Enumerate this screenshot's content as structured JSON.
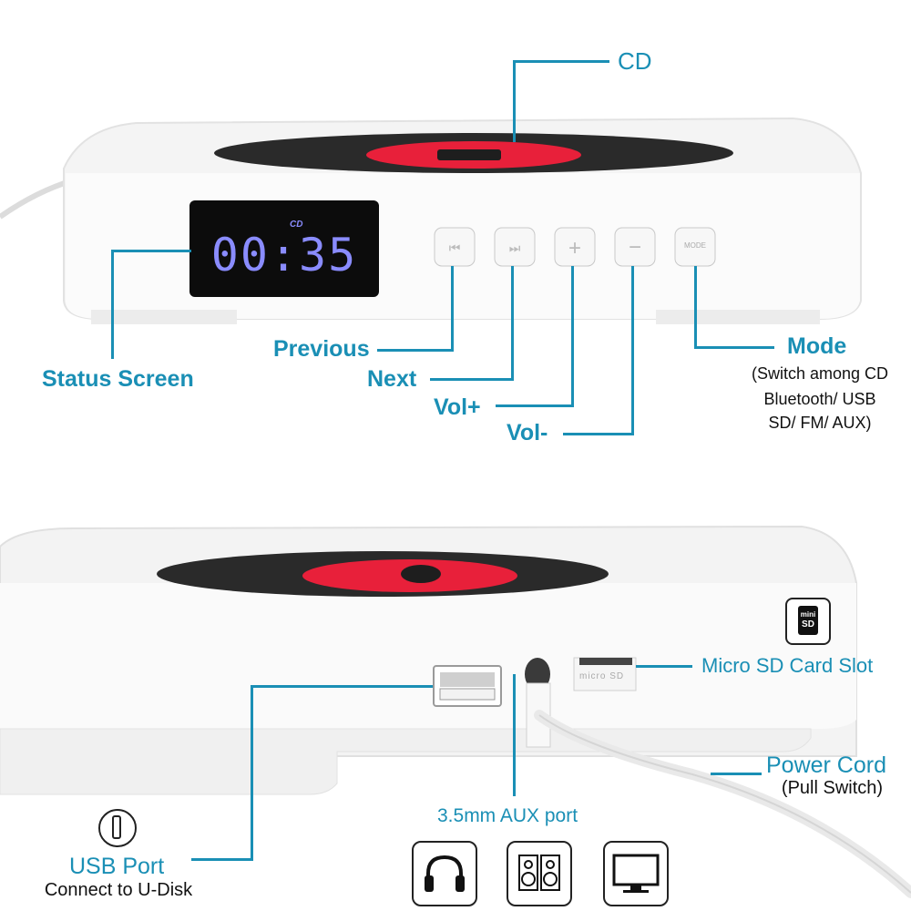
{
  "top": {
    "display": {
      "mode": "CD",
      "time": "00:35"
    },
    "buttons": {
      "mode_label": "MODE"
    },
    "labels": {
      "cd": "CD",
      "status_screen": "Status Screen",
      "previous": "Previous",
      "next": "Next",
      "vol_plus": "Vol+",
      "vol_minus": "Vol-",
      "mode": "Mode",
      "mode_desc_1": "(Switch among CD",
      "mode_desc_2": "Bluetooth/ USB",
      "mode_desc_3": "SD/ FM/ AUX)"
    }
  },
  "bottom": {
    "slot_text": "micro SD",
    "sd_icon_text_1": "mini",
    "sd_icon_text_2": "SD",
    "labels": {
      "micro_sd": "Micro SD Card Slot",
      "power_cord": "Power Cord",
      "power_cord_sub": "(Pull Switch)",
      "aux": "3.5mm AUX port",
      "usb_port": "USB Port",
      "usb_sub": "Connect to U-Disk"
    },
    "icons": [
      "headphones-icon",
      "speakers-icon",
      "monitor-icon"
    ]
  },
  "colors": {
    "accent": "#1a8fb5",
    "lcd": "#8a8cff",
    "disc_red": "#e8203a"
  }
}
